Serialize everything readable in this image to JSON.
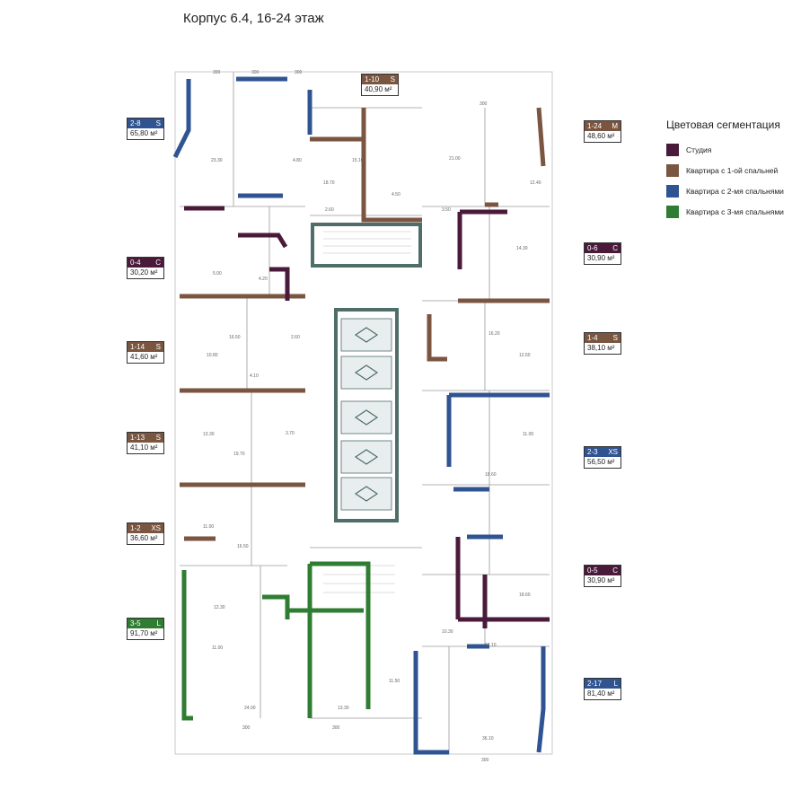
{
  "title": "Корпус 6.4, 16-24 этаж",
  "colors": {
    "studio": "#4a1a3a",
    "one_bed": "#7a5641",
    "two_bed": "#2f5491",
    "three_bed": "#2f7d32",
    "core": "#4f6e6a"
  },
  "legend": {
    "title": "Цветовая сегментация",
    "items": [
      {
        "label": "Студия",
        "color": "#4a1a3a"
      },
      {
        "label": "Квартира с 1-ой спальней",
        "color": "#7a5641"
      },
      {
        "label": "Квартира с 2-мя спальнями",
        "color": "#2f5491"
      },
      {
        "label": "Квартира с 3-мя спальнями",
        "color": "#2f7d32"
      }
    ]
  },
  "units": [
    {
      "code": "2-8",
      "size": "S",
      "area": "65,80 м²",
      "color": "#2f5491"
    },
    {
      "code": "1-10",
      "size": "S",
      "area": "40,90 м²",
      "color": "#7a5641"
    },
    {
      "code": "1-24",
      "size": "M",
      "area": "48,60 м²",
      "color": "#7a5641"
    },
    {
      "code": "0-4",
      "size": "C",
      "area": "30,20 м²",
      "color": "#4a1a3a"
    },
    {
      "code": "0-6",
      "size": "C",
      "area": "30,90 м²",
      "color": "#4a1a3a"
    },
    {
      "code": "1-14",
      "size": "S",
      "area": "41,60 м²",
      "color": "#7a5641"
    },
    {
      "code": "1-4",
      "size": "S",
      "area": "38,10 м²",
      "color": "#7a5641"
    },
    {
      "code": "1-13",
      "size": "S",
      "area": "41,10 м²",
      "color": "#7a5641"
    },
    {
      "code": "2-3",
      "size": "XS",
      "area": "56,50 м²",
      "color": "#2f5491"
    },
    {
      "code": "1-2",
      "size": "XS",
      "area": "36,60 м²",
      "color": "#7a5641"
    },
    {
      "code": "0-5",
      "size": "C",
      "area": "30,90 м²",
      "color": "#4a1a3a"
    },
    {
      "code": "3-5",
      "size": "L",
      "area": "91,70 м²",
      "color": "#2f7d32"
    },
    {
      "code": "2-17",
      "size": "L",
      "area": "81,40 м²",
      "color": "#2f5491"
    }
  ]
}
